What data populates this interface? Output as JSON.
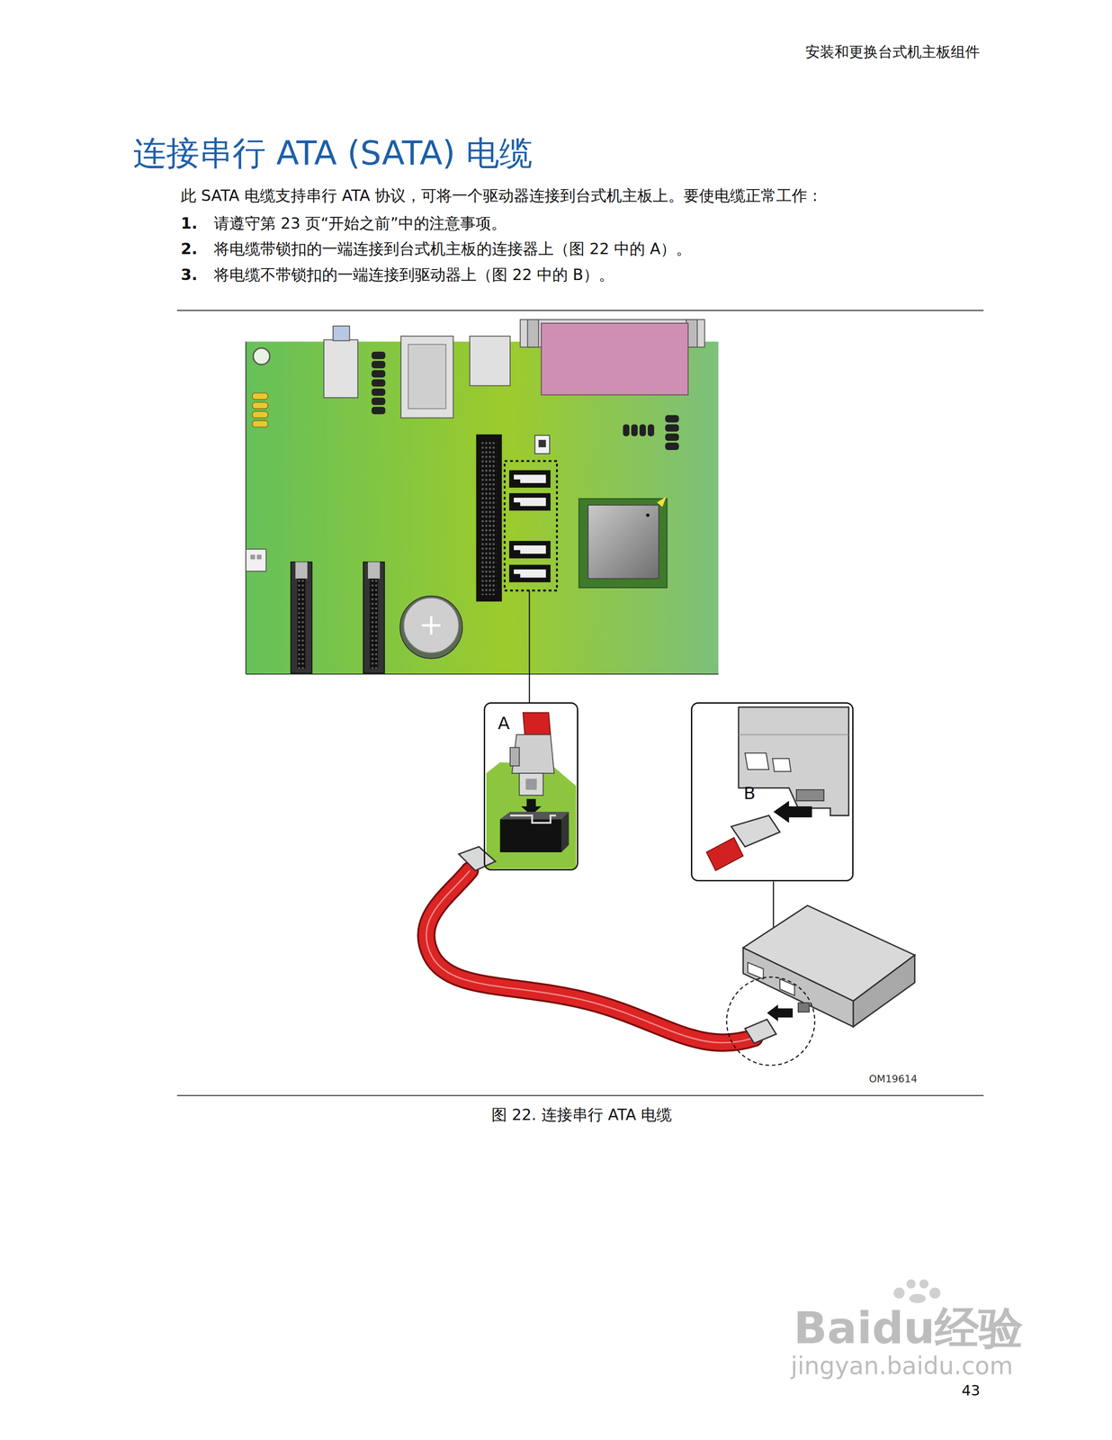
{
  "diagram": {
    "title": "连接串行 ATA (SATA) 电缆",
    "caption": "图 22. 连接串行 ATA 电缆",
    "nodes": [
      {
        "text": [
          "A"
        ]
      },
      {
        "text": [
          "B"
        ]
      }
    ],
    "labels": [
      "安装和更换台式机主板组件",
      "此 SATA 电缆支持串行 ATA 协议，可将一个驱动器连接到台式机主板上。要使电缆正常工作：",
      "1.",
      "请遵守第 23 页“开始之前”中的注意事项。",
      "2.",
      "将电缆带锁扣的一端连接到台式机主板的连接器上（图 22 中的 A）。",
      "3.",
      "将电缆不带锁扣的一端连接到驱动器上（图 22 中的 B）。",
      "OM19614",
      "Baidu经验",
      "jingyan.baidu.com",
      "43"
    ]
  }
}
